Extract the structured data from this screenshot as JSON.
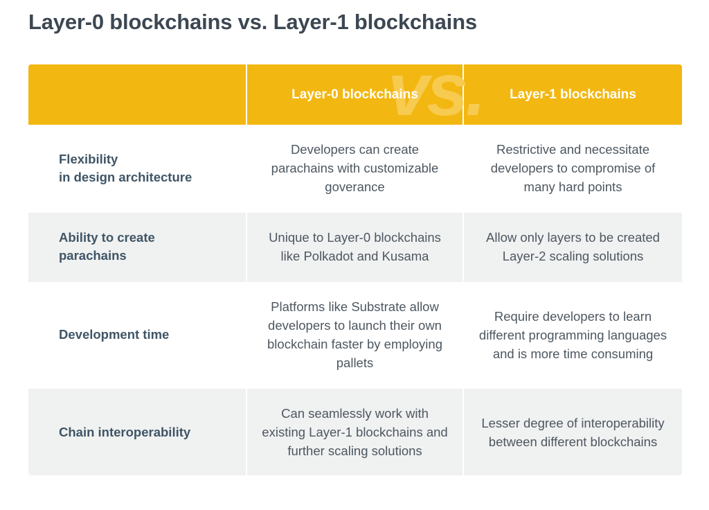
{
  "page": {
    "title": "Layer-0 blockchains vs. Layer-1 blockchains",
    "watermark": "vs."
  },
  "colors": {
    "header_yellow": "#f3b711",
    "watermark_yellow": "#f7cb50",
    "title_text": "#3c4752",
    "body_text": "#4d5760",
    "label_text": "#3f5566",
    "row_grey": "#f0f1f1",
    "row_white": "#ffffff"
  },
  "table": {
    "columns": [
      {
        "key": "label",
        "header": ""
      },
      {
        "key": "layer0",
        "header": "Layer-0 blockchains"
      },
      {
        "key": "layer1",
        "header": "Layer-1 blockchains"
      }
    ],
    "rows": [
      {
        "label_lines": [
          "Flexibility",
          "in design architecture"
        ],
        "layer0": "Developers can create parachains with customizable goverance",
        "layer1": "Restrictive and necessitate developers to compromise of many hard points"
      },
      {
        "label_lines": [
          "Ability to create",
          "parachains"
        ],
        "layer0": "Unique to Layer-0 blockchains like Polkadot and Kusama",
        "layer1": "Allow only layers to be created Layer-2 scaling solutions"
      },
      {
        "label_lines": [
          "Development time"
        ],
        "layer0": "Platforms like Substrate allow developers to launch their own blockchain faster by employing pallets",
        "layer1": "Require developers to learn different programming languages and is more time consuming"
      },
      {
        "label_lines": [
          "Chain interoperability"
        ],
        "layer0": "Can seamlessly work with existing Layer-1 blockchains and further scaling solutions",
        "layer1": "Lesser degree of interoperability between different blockchains"
      }
    ]
  }
}
